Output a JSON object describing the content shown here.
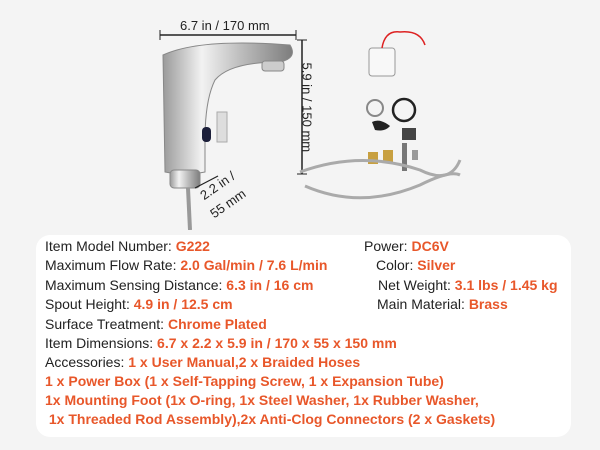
{
  "dimensions": {
    "width": "6.7 in / 170 mm",
    "height": "5.9 in / 150 mm",
    "depth_line1": "2.2 in /",
    "depth_line2": "55 mm"
  },
  "specs_left": [
    {
      "label": "Item Model Number: ",
      "value": "G222"
    },
    {
      "label": "Maximum Flow Rate: ",
      "value": "2.0 Gal/min / 7.6 L/min"
    },
    {
      "label": "Maximum Sensing Distance: ",
      "value": "6.3 in / 16 cm"
    },
    {
      "label": "Spout Height: ",
      "value": "4.9 in / 12.5 cm"
    },
    {
      "label": "Surface Treatment: ",
      "value": "Chrome Plated"
    },
    {
      "label": "Item Dimensions: ",
      "value": "6.7 x 2.2 x 5.9 in / 170 x 55 x 150 mm"
    },
    {
      "label": "Accessories: ",
      "value": "1 x User Manual,2 x Braided Hoses"
    }
  ],
  "accessories_more": [
    "1 x Power Box (1 x Self-Tapping Screw, 1 x Expansion Tube)",
    "1x Mounting Foot (1x O-ring, 1x Steel Washer, 1x Rubber Washer,",
    " 1x Threaded Rod Assembly),2x Anti-Clog Connectors (2 x Gaskets)"
  ],
  "specs_right": [
    {
      "label": "Power: ",
      "value": "DC6V"
    },
    {
      "label": "Color: ",
      "value": "Silver"
    },
    {
      "label": "Net Weight: ",
      "value": "3.1 lbs / 1.45 kg"
    },
    {
      "label": "Main Material: ",
      "value": "Brass"
    }
  ],
  "colors": {
    "accent": "#e8572a",
    "text": "#222222"
  }
}
